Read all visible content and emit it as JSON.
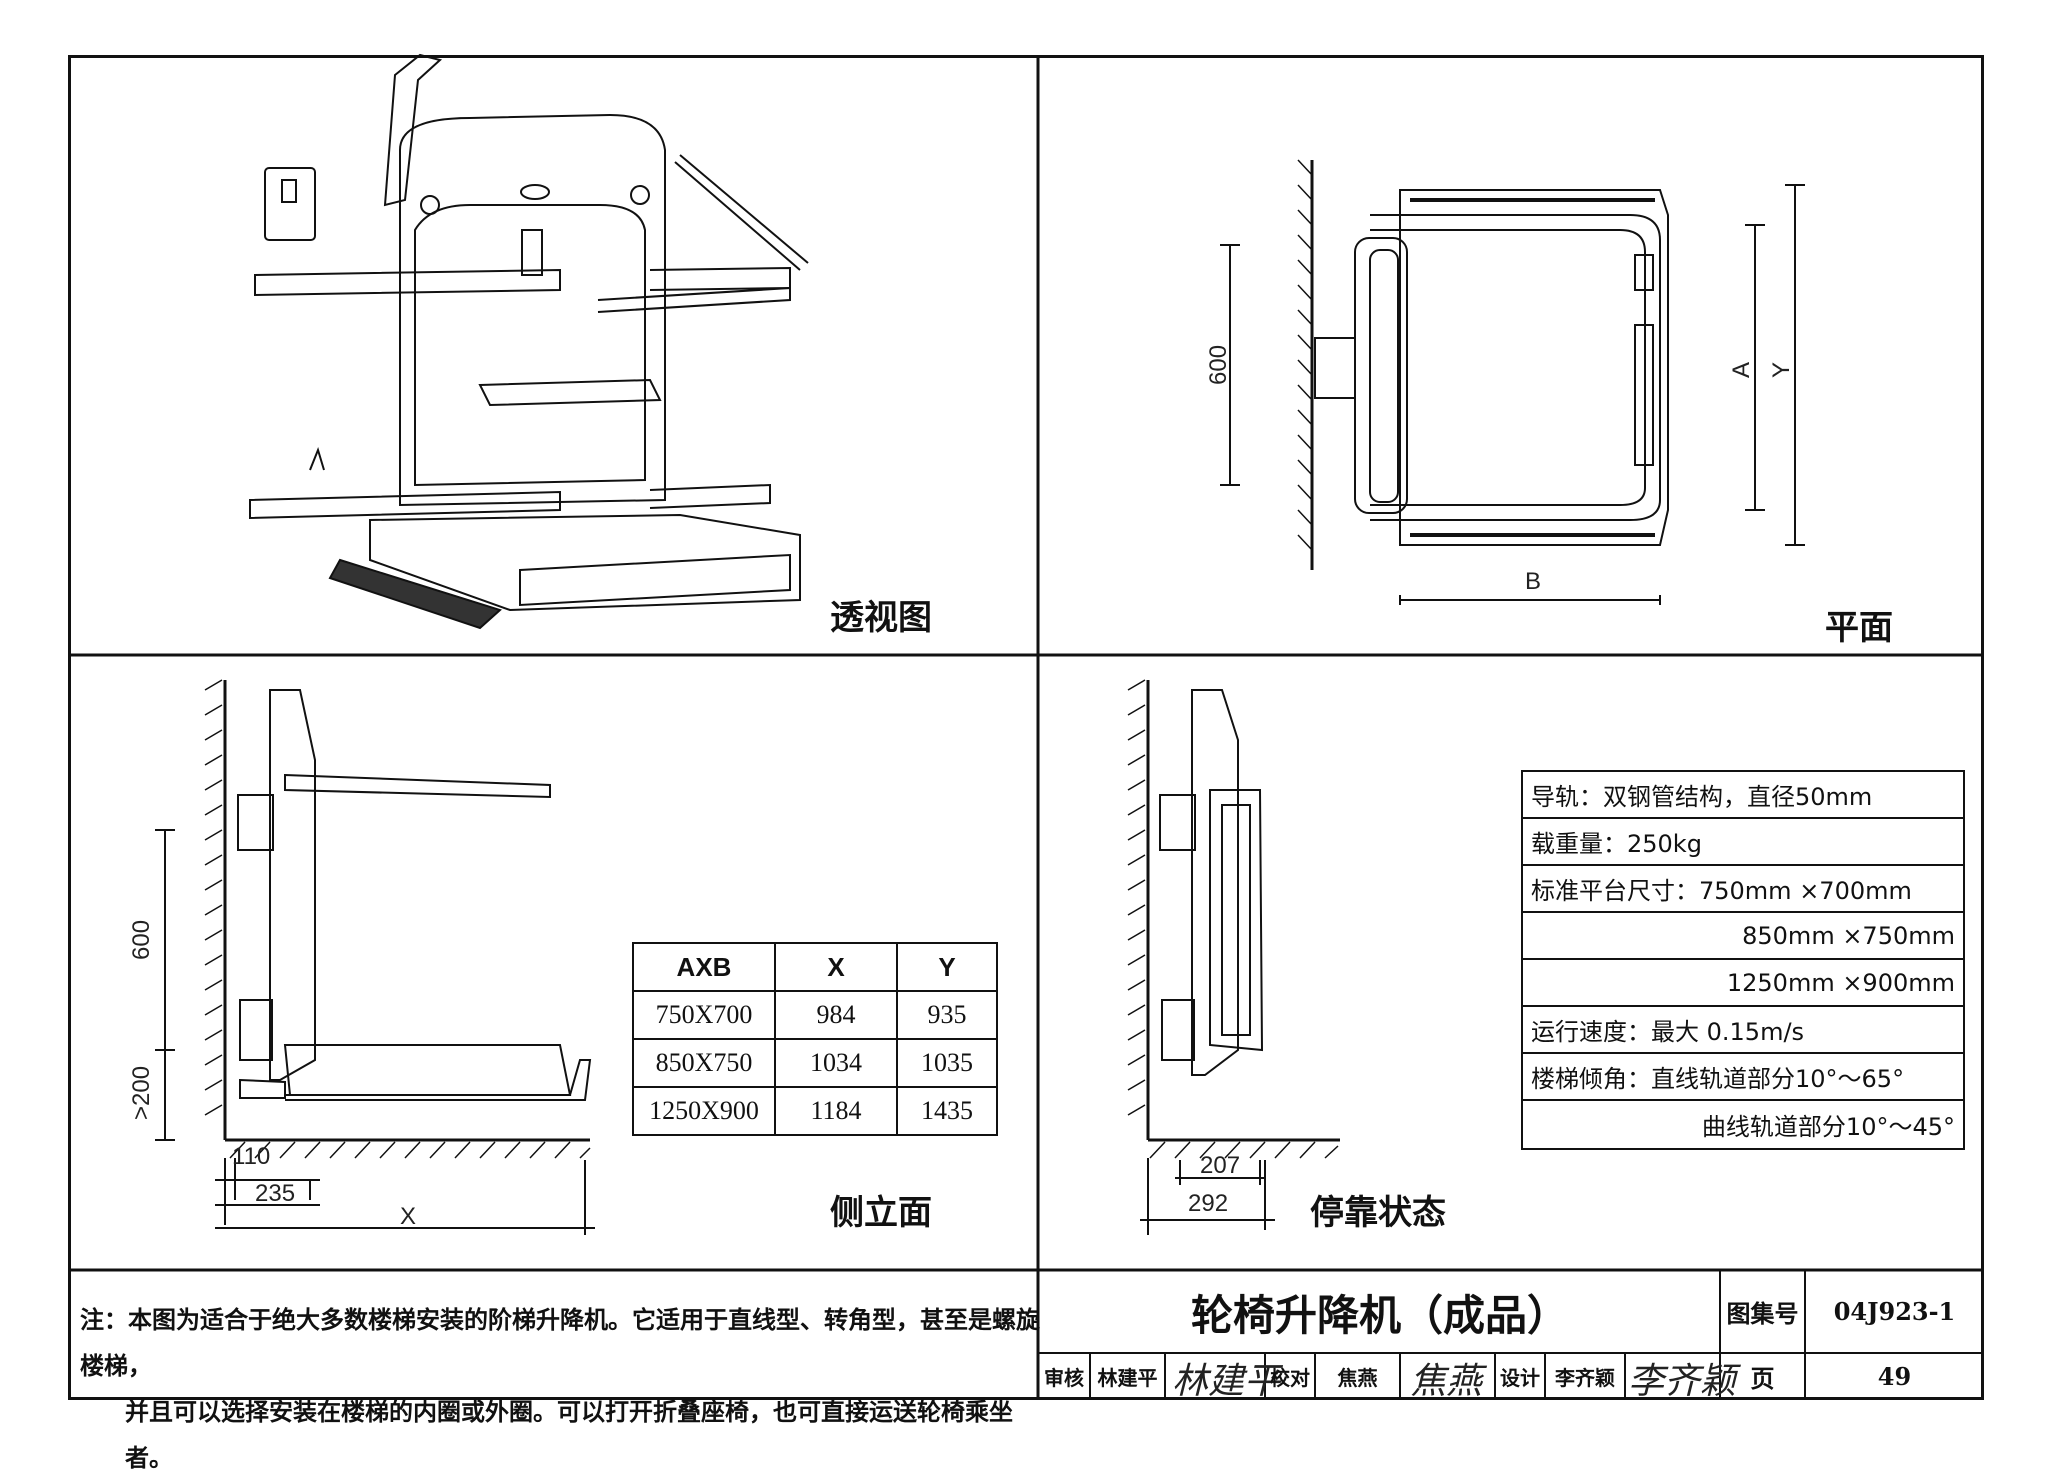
{
  "views": {
    "perspective": "透视图",
    "plan": "平面",
    "side": "侧立面",
    "parked": "停靠状态"
  },
  "dimensions": {
    "plan_600": "600",
    "plan_A": "A",
    "plan_Y": "Y",
    "plan_B": "B",
    "side_600": "600",
    "side_200": ">200",
    "side_110": "110",
    "side_235": "235",
    "side_X": "X",
    "park_207": "207",
    "park_292": "292"
  },
  "size_table": {
    "headers": [
      "AXB",
      "X",
      "Y"
    ],
    "rows": [
      [
        "750X700",
        "984",
        "935"
      ],
      [
        "850X750",
        "1034",
        "1035"
      ],
      [
        "1250X900",
        "1184",
        "1435"
      ]
    ]
  },
  "specs": [
    "导轨：双钢管结构，直径50mm",
    "载重量：250kg",
    "标准平台尺寸：750mm ×700mm",
    "850mm ×750mm",
    "1250mm ×900mm",
    "运行速度：最大 0.15m/s",
    "楼梯倾角：直线轨道部分10°～65°",
    "曲线轨道部分10°～45°"
  ],
  "note": {
    "line1": "注：本图为适合于绝大多数楼梯安装的阶梯升降机。它适用于直线型、转角型，甚至是螺旋楼梯，",
    "line2": "并且可以选择安装在楼梯的内圈或外圈。可以打开折叠座椅，也可直接运送轮椅乘坐者。"
  },
  "title_block": {
    "title": "轮椅升降机（成品）",
    "atlas_label": "图集号",
    "atlas_no": "04J923-1",
    "page_label": "页",
    "page_no": "49",
    "review_label": "审核",
    "reviewer": "林建平",
    "check_label": "校对",
    "checker": "焦燕",
    "design_label": "设计",
    "designer": "李齐颖"
  }
}
